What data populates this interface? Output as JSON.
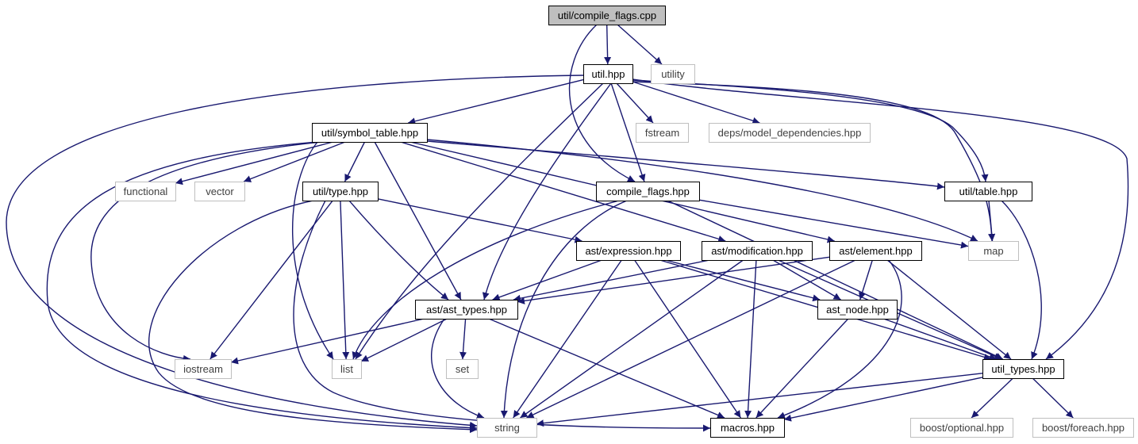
{
  "colors": {
    "edge": "#191970",
    "root_fill": "#bfbfbf",
    "local_border": "#000000",
    "external_border": "#bfbfbf",
    "external_text": "#404040",
    "text": "#000000"
  },
  "nodes": [
    {
      "id": "root",
      "label": "util/compile_flags.cpp",
      "kind": "root"
    },
    {
      "id": "util_hpp",
      "label": "util.hpp",
      "kind": "local"
    },
    {
      "id": "utility",
      "label": "utility",
      "kind": "external"
    },
    {
      "id": "symtab",
      "label": "util/symbol_table.hpp",
      "kind": "local"
    },
    {
      "id": "fstream",
      "label": "fstream",
      "kind": "external"
    },
    {
      "id": "deps",
      "label": "deps/model_dependencies.hpp",
      "kind": "external"
    },
    {
      "id": "functional",
      "label": "functional",
      "kind": "external"
    },
    {
      "id": "vector",
      "label": "vector",
      "kind": "external"
    },
    {
      "id": "type",
      "label": "util/type.hpp",
      "kind": "local"
    },
    {
      "id": "compile",
      "label": "compile_flags.hpp",
      "kind": "local"
    },
    {
      "id": "table",
      "label": "util/table.hpp",
      "kind": "local"
    },
    {
      "id": "expr",
      "label": "ast/expression.hpp",
      "kind": "local"
    },
    {
      "id": "modif",
      "label": "ast/modification.hpp",
      "kind": "local"
    },
    {
      "id": "elem",
      "label": "ast/element.hpp",
      "kind": "local"
    },
    {
      "id": "map",
      "label": "map",
      "kind": "external"
    },
    {
      "id": "asttypes",
      "label": "ast/ast_types.hpp",
      "kind": "local"
    },
    {
      "id": "astnode",
      "label": "ast_node.hpp",
      "kind": "local"
    },
    {
      "id": "iostream",
      "label": "iostream",
      "kind": "external"
    },
    {
      "id": "list",
      "label": "list",
      "kind": "external"
    },
    {
      "id": "set",
      "label": "set",
      "kind": "external"
    },
    {
      "id": "utiltypes",
      "label": "util_types.hpp",
      "kind": "local"
    },
    {
      "id": "string",
      "label": "string",
      "kind": "external"
    },
    {
      "id": "macros",
      "label": "macros.hpp",
      "kind": "local"
    },
    {
      "id": "optional",
      "label": "boost/optional.hpp",
      "kind": "external"
    },
    {
      "id": "foreach",
      "label": "boost/foreach.hpp",
      "kind": "external"
    }
  ],
  "edges": [
    [
      "root",
      "util_hpp"
    ],
    [
      "root",
      "utility"
    ],
    [
      "root",
      "compile"
    ],
    [
      "util_hpp",
      "symtab"
    ],
    [
      "util_hpp",
      "fstream"
    ],
    [
      "util_hpp",
      "deps"
    ],
    [
      "util_hpp",
      "table"
    ],
    [
      "util_hpp",
      "compile"
    ],
    [
      "util_hpp",
      "map"
    ],
    [
      "util_hpp",
      "utiltypes"
    ],
    [
      "util_hpp",
      "asttypes"
    ],
    [
      "util_hpp",
      "list"
    ],
    [
      "util_hpp",
      "string"
    ],
    [
      "symtab",
      "functional"
    ],
    [
      "symtab",
      "vector"
    ],
    [
      "symtab",
      "type"
    ],
    [
      "symtab",
      "table"
    ],
    [
      "symtab",
      "map"
    ],
    [
      "symtab",
      "modif"
    ],
    [
      "symtab",
      "elem"
    ],
    [
      "symtab",
      "asttypes"
    ],
    [
      "symtab",
      "iostream"
    ],
    [
      "symtab",
      "list"
    ],
    [
      "symtab",
      "string"
    ],
    [
      "type",
      "expr"
    ],
    [
      "type",
      "asttypes"
    ],
    [
      "type",
      "iostream"
    ],
    [
      "type",
      "list"
    ],
    [
      "type",
      "string"
    ],
    [
      "type",
      "macros"
    ],
    [
      "compile",
      "map"
    ],
    [
      "compile",
      "utiltypes"
    ],
    [
      "compile",
      "list"
    ],
    [
      "compile",
      "string"
    ],
    [
      "table",
      "map"
    ],
    [
      "table",
      "utiltypes"
    ],
    [
      "expr",
      "asttypes"
    ],
    [
      "expr",
      "astnode"
    ],
    [
      "expr",
      "utiltypes"
    ],
    [
      "expr",
      "string"
    ],
    [
      "expr",
      "macros"
    ],
    [
      "modif",
      "asttypes"
    ],
    [
      "modif",
      "astnode"
    ],
    [
      "modif",
      "utiltypes"
    ],
    [
      "modif",
      "string"
    ],
    [
      "modif",
      "macros"
    ],
    [
      "elem",
      "asttypes"
    ],
    [
      "elem",
      "astnode"
    ],
    [
      "elem",
      "utiltypes"
    ],
    [
      "elem",
      "string"
    ],
    [
      "elem",
      "macros"
    ],
    [
      "asttypes",
      "iostream"
    ],
    [
      "asttypes",
      "list"
    ],
    [
      "asttypes",
      "set"
    ],
    [
      "asttypes",
      "string"
    ],
    [
      "asttypes",
      "macros"
    ],
    [
      "astnode",
      "utiltypes"
    ],
    [
      "astnode",
      "macros"
    ],
    [
      "utiltypes",
      "string"
    ],
    [
      "utiltypes",
      "macros"
    ],
    [
      "utiltypes",
      "optional"
    ],
    [
      "utiltypes",
      "foreach"
    ]
  ]
}
